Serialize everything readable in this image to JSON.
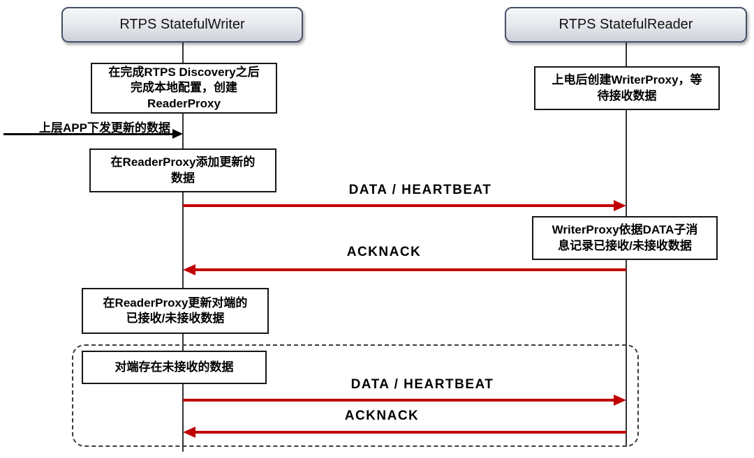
{
  "colors": {
    "arrow_red": "#C00000",
    "lifeline": "#333333",
    "note_border": "#161616",
    "header_border": "#475068",
    "loop_border": "#3b3b3b"
  },
  "actors": {
    "writer": "RTPS StatefulWriter",
    "reader": "RTPS StatefulReader"
  },
  "notes": {
    "writer_note1": "在完成RTPS Discovery之后\n完成本地配置，创建\nReaderProxy",
    "reader_note1": "上电后创建WriterProxy，等\n待接收数据",
    "writer_note2": "在ReaderProxy添加更新的\n数据",
    "reader_note2": "WriterProxy依据DATA子消\n息记录已接收/未接收数据",
    "writer_note3": "在ReaderProxy更新对端的\n已接收/未接收数据",
    "loop_note": "对端存在未接收的数据"
  },
  "messages": {
    "app_input": "上层APP下发更新的数据",
    "data_heartbeat_1": "DATA / HEARTBEAT",
    "acknack_1": "ACKNACK",
    "data_heartbeat_2": "DATA / HEARTBEAT",
    "acknack_2": "ACKNACK"
  }
}
